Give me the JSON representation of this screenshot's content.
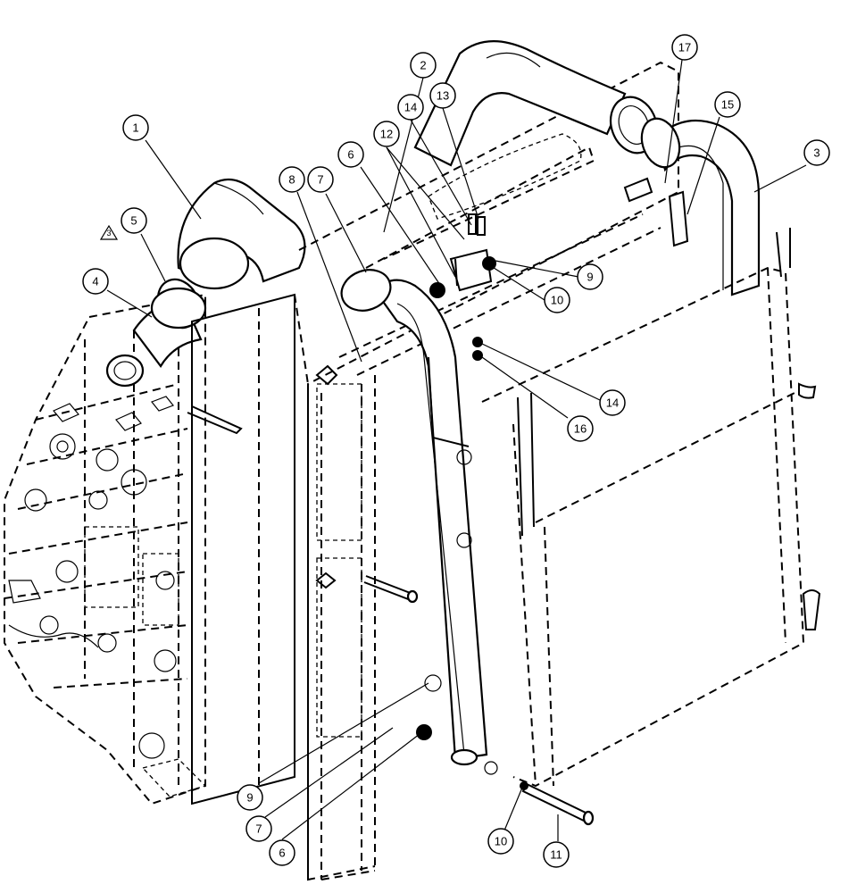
{
  "note_symbol": "3",
  "callouts": [
    {
      "label": "1"
    },
    {
      "label": "2"
    },
    {
      "label": "3"
    },
    {
      "label": "4"
    },
    {
      "label": "5"
    },
    {
      "label": "6"
    },
    {
      "label": "7"
    },
    {
      "label": "8"
    },
    {
      "label": "9"
    },
    {
      "label": "10"
    },
    {
      "label": "11"
    },
    {
      "label": "12"
    },
    {
      "label": "13"
    },
    {
      "label": "14"
    },
    {
      "label": "15"
    },
    {
      "label": "16"
    },
    {
      "label": "17"
    },
    {
      "label": "9"
    },
    {
      "label": "7"
    },
    {
      "label": "6"
    },
    {
      "label": "10"
    },
    {
      "label": "14"
    }
  ]
}
